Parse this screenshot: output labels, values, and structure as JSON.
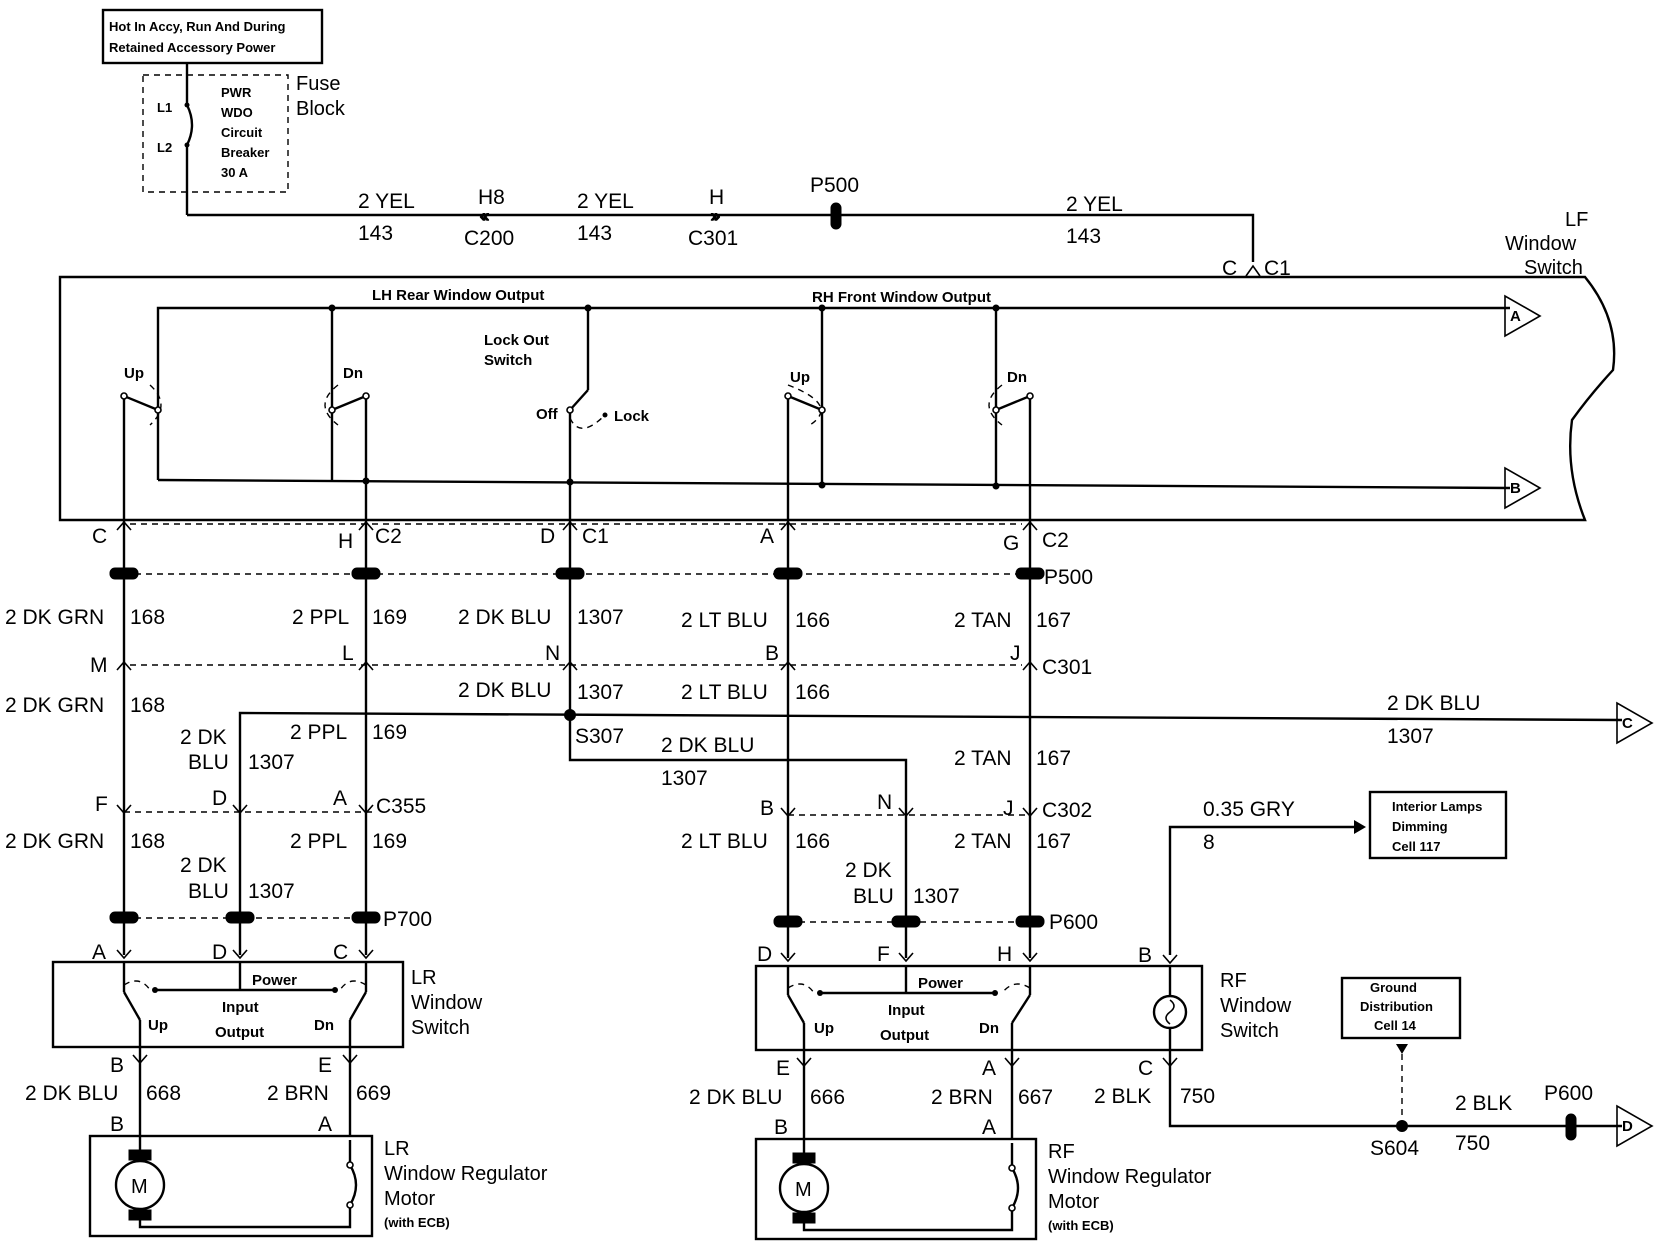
{
  "power_note": "Hot In Accy, Run And During Retained Accessory Power",
  "fuse_block": {
    "label_line1": "Fuse",
    "label_line2": "Block",
    "terminal_1": "L1",
    "terminal_2": "L2",
    "breaker_lines": [
      "PWR",
      "WDO",
      "Circuit",
      "Breaker",
      "30 A"
    ]
  },
  "feed_circuit": {
    "color": "2 YEL",
    "number": "143",
    "connectors": [
      {
        "pin": "H8",
        "name": "C200"
      },
      {
        "pin": "H",
        "name": "C301"
      },
      {
        "pin": "",
        "name": "P500"
      },
      {
        "pin": "C",
        "name": "C1"
      }
    ]
  },
  "lf_switch": {
    "title_lines": [
      "LF",
      "Window",
      "Switch"
    ],
    "lh_rear_output": "LH Rear Window Output",
    "rh_front_output": "RH Front Window Output",
    "lockout_lines": [
      "Lock Out",
      "Switch"
    ],
    "off": "Off",
    "lock": "Lock",
    "up": "Up",
    "dn": "Dn",
    "offpage": [
      "A",
      "B"
    ]
  },
  "connector_row_c2": {
    "pins": [
      "C",
      "H",
      "D",
      "A",
      "G"
    ],
    "c2_left": "C2",
    "c1": "C1",
    "c2_right": "C2",
    "p500": "P500"
  },
  "circuits_upper": [
    {
      "color": "2 DK GRN",
      "number": "168"
    },
    {
      "color": "2 PPL",
      "number": "169"
    },
    {
      "color": "2 DK BLU",
      "number": "1307"
    },
    {
      "color": "2 LT BLU",
      "number": "166"
    },
    {
      "color": "2 TAN",
      "number": "167"
    }
  ],
  "connector_row_c301": {
    "pins": [
      "M",
      "L",
      "N",
      "B",
      "J"
    ],
    "name": "C301"
  },
  "circuits_middle": {
    "grn": {
      "color": "2 DK GRN",
      "number": "168"
    },
    "blu_center": {
      "color": "2 DK BLU",
      "number": "1307"
    },
    "ltblu": {
      "color": "2 LT BLU",
      "number": "166"
    },
    "blu_out": {
      "color": "2 DK BLU",
      "number": "1307"
    },
    "offpage_c": "C",
    "splice": "S307",
    "ppl": {
      "color": "2 PPL",
      "number": "169"
    },
    "lr_blu": {
      "color_line1": "2 DK",
      "color_line2": "BLU",
      "number": "1307"
    },
    "rf_blu": {
      "color": "2 DK BLU",
      "number": "1307"
    },
    "tan": {
      "color": "2 TAN",
      "number": "167"
    }
  },
  "connector_c355": {
    "pins": [
      "F",
      "D",
      "A"
    ],
    "name": "C355"
  },
  "connector_c302": {
    "pins": [
      "B",
      "N",
      "J"
    ],
    "name": "C302"
  },
  "circuits_lower": {
    "grn": {
      "color": "2 DK GRN",
      "number": "168"
    },
    "lr_blu": {
      "color_line1": "2 DK",
      "color_line2": "BLU",
      "number": "1307"
    },
    "ppl": {
      "color": "2 PPL",
      "number": "169"
    },
    "ltblu": {
      "color": "2 LT BLU",
      "number": "166"
    },
    "rf_blu": {
      "color_line1": "2 DK",
      "color_line2": "BLU",
      "number": "1307"
    },
    "tan": {
      "color": "2 TAN",
      "number": "167"
    }
  },
  "dimming": {
    "color": "0.35 GRY",
    "number": "8",
    "box_lines": [
      "Interior Lamps",
      "Dimming",
      "Cell 117"
    ]
  },
  "p700": {
    "name": "P700",
    "pins": [
      "A",
      "D",
      "C"
    ]
  },
  "p600": {
    "name": "P600",
    "pins": [
      "D",
      "F",
      "H"
    ],
    "pin_b": "B"
  },
  "lr_switch": {
    "title_lines": [
      "LR",
      "Window",
      "Switch"
    ],
    "power": "Power",
    "input": "Input",
    "output": "Output",
    "up": "Up",
    "dn": "Dn",
    "pins_bottom": [
      "B",
      "E"
    ]
  },
  "rf_switch": {
    "title_lines": [
      "RF",
      "Window",
      "Switch"
    ],
    "power": "Power",
    "input": "Input",
    "output": "Output",
    "up": "Up",
    "dn": "Dn",
    "pins_bottom": [
      "E",
      "A"
    ],
    "pin_c": "C"
  },
  "lr_motor_circuits": [
    {
      "color": "2 DK BLU",
      "number": "668"
    },
    {
      "color": "2 BRN",
      "number": "669"
    }
  ],
  "rf_motor_circuits": [
    {
      "color": "2 DK BLU",
      "number": "666"
    },
    {
      "color": "2 BRN",
      "number": "667"
    }
  ],
  "ground_circuit": {
    "color": "2 BLK",
    "number": "750",
    "splice": "S604",
    "out_color": "2 BLK",
    "out_number": "750",
    "connector": "P600",
    "offpage": "D"
  },
  "ground_box_lines": [
    "Ground",
    "Distribution",
    "Cell 14"
  ],
  "lr_motor": {
    "pins": [
      "B",
      "A"
    ],
    "symbol": "M",
    "title_lines": [
      "LR",
      "Window Regulator",
      "Motor"
    ],
    "note": "(with ECB)"
  },
  "rf_motor": {
    "pins": [
      "B",
      "A"
    ],
    "symbol": "M",
    "title_lines": [
      "RF",
      "Window Regulator",
      "Motor"
    ],
    "note": "(with ECB)"
  }
}
